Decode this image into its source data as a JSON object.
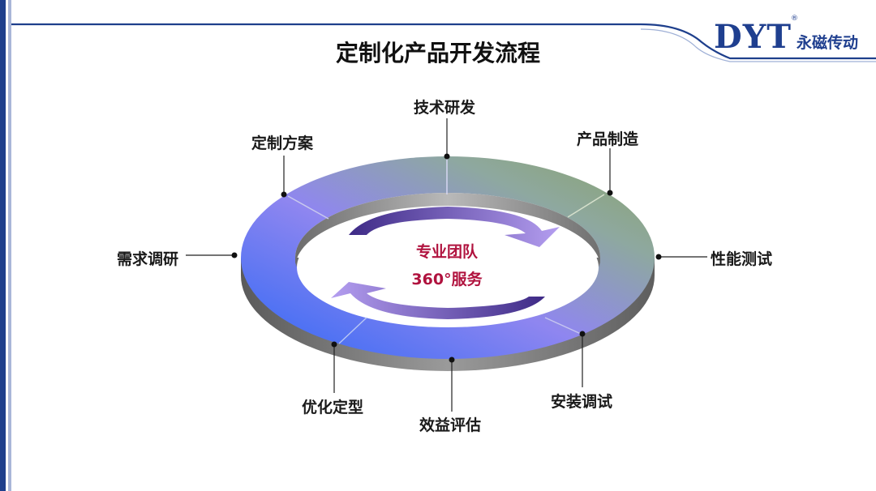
{
  "header": {
    "title": "定制化产品开发流程",
    "brand": {
      "mark": "DYT",
      "registered": "®",
      "name": "永磁传动"
    }
  },
  "cycle": {
    "center_line1": "专业团队",
    "center_line2": "360°服务",
    "steps": [
      {
        "id": "tech-rnd",
        "label": "技术研发"
      },
      {
        "id": "manufacturing",
        "label": "产品制造"
      },
      {
        "id": "performance-test",
        "label": "性能测试"
      },
      {
        "id": "install-debug",
        "label": "安装调试"
      },
      {
        "id": "benefit-eval",
        "label": "效益评估"
      },
      {
        "id": "optimize",
        "label": "优化定型"
      },
      {
        "id": "requirement-research",
        "label": "需求调研"
      },
      {
        "id": "custom-solution",
        "label": "定制方案"
      }
    ]
  },
  "colors": {
    "brand": "#1f3f8f",
    "ring_blue": "#3a6ff2",
    "ring_violet": "#9b93f2",
    "ring_green": "#8fa87a",
    "arrow_purple": "#5a3c9e",
    "center_text": "#b0123e"
  }
}
